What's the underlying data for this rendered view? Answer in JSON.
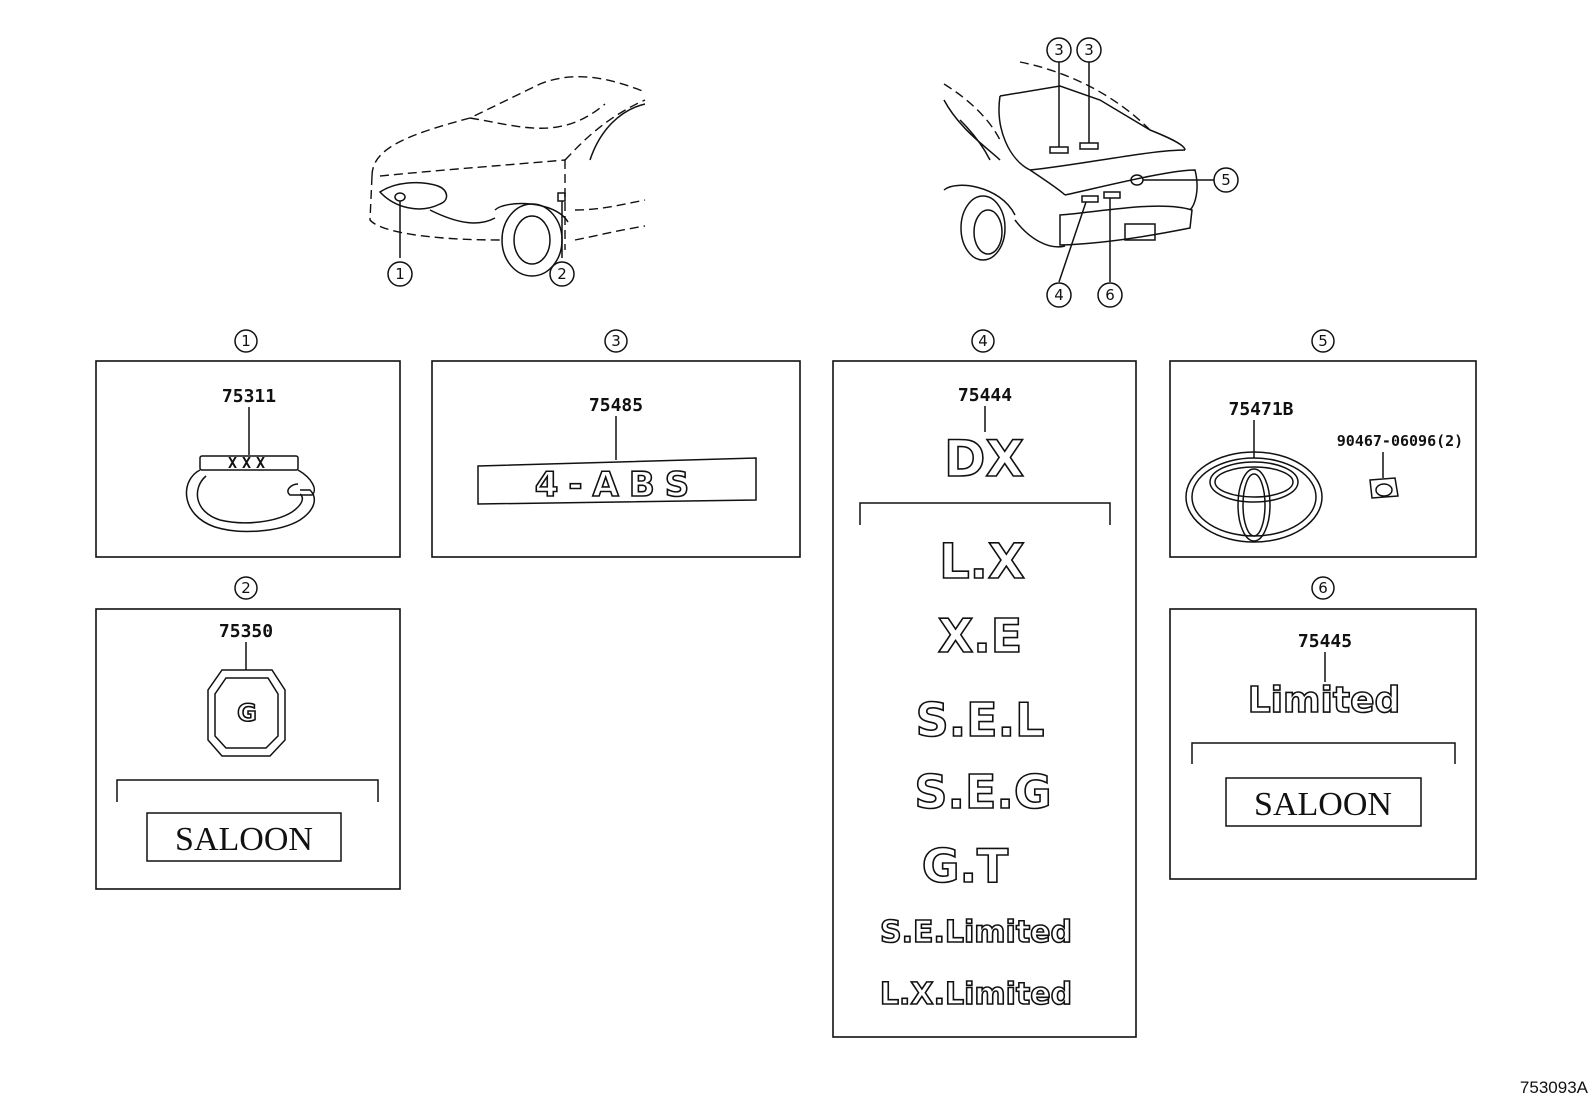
{
  "callouts": {
    "c1": "1",
    "c2": "2",
    "c3": "3",
    "c4": "4",
    "c5": "5",
    "c6": "6"
  },
  "parts": {
    "p1": "75311",
    "p2": "75350",
    "p3": "75485",
    "p4": "75444",
    "p5": "75471B",
    "p5_screw": "90467-06096(2)",
    "p6": "75445"
  },
  "badges": {
    "emblem1_text": "XXX",
    "g_letter": "G",
    "saloon_left": "SALOON",
    "abs": "4-ABS",
    "dx": "DX",
    "lx": "L.X",
    "xe": "X.E",
    "sel": "S.E.L",
    "seg": "S.E.G",
    "gt": "G.T",
    "se_limited": "S.E.Limited",
    "lx_limited": "L.X.Limited",
    "limited": "Limited",
    "saloon_right": "SALOON"
  },
  "drawing_code": "753093A"
}
